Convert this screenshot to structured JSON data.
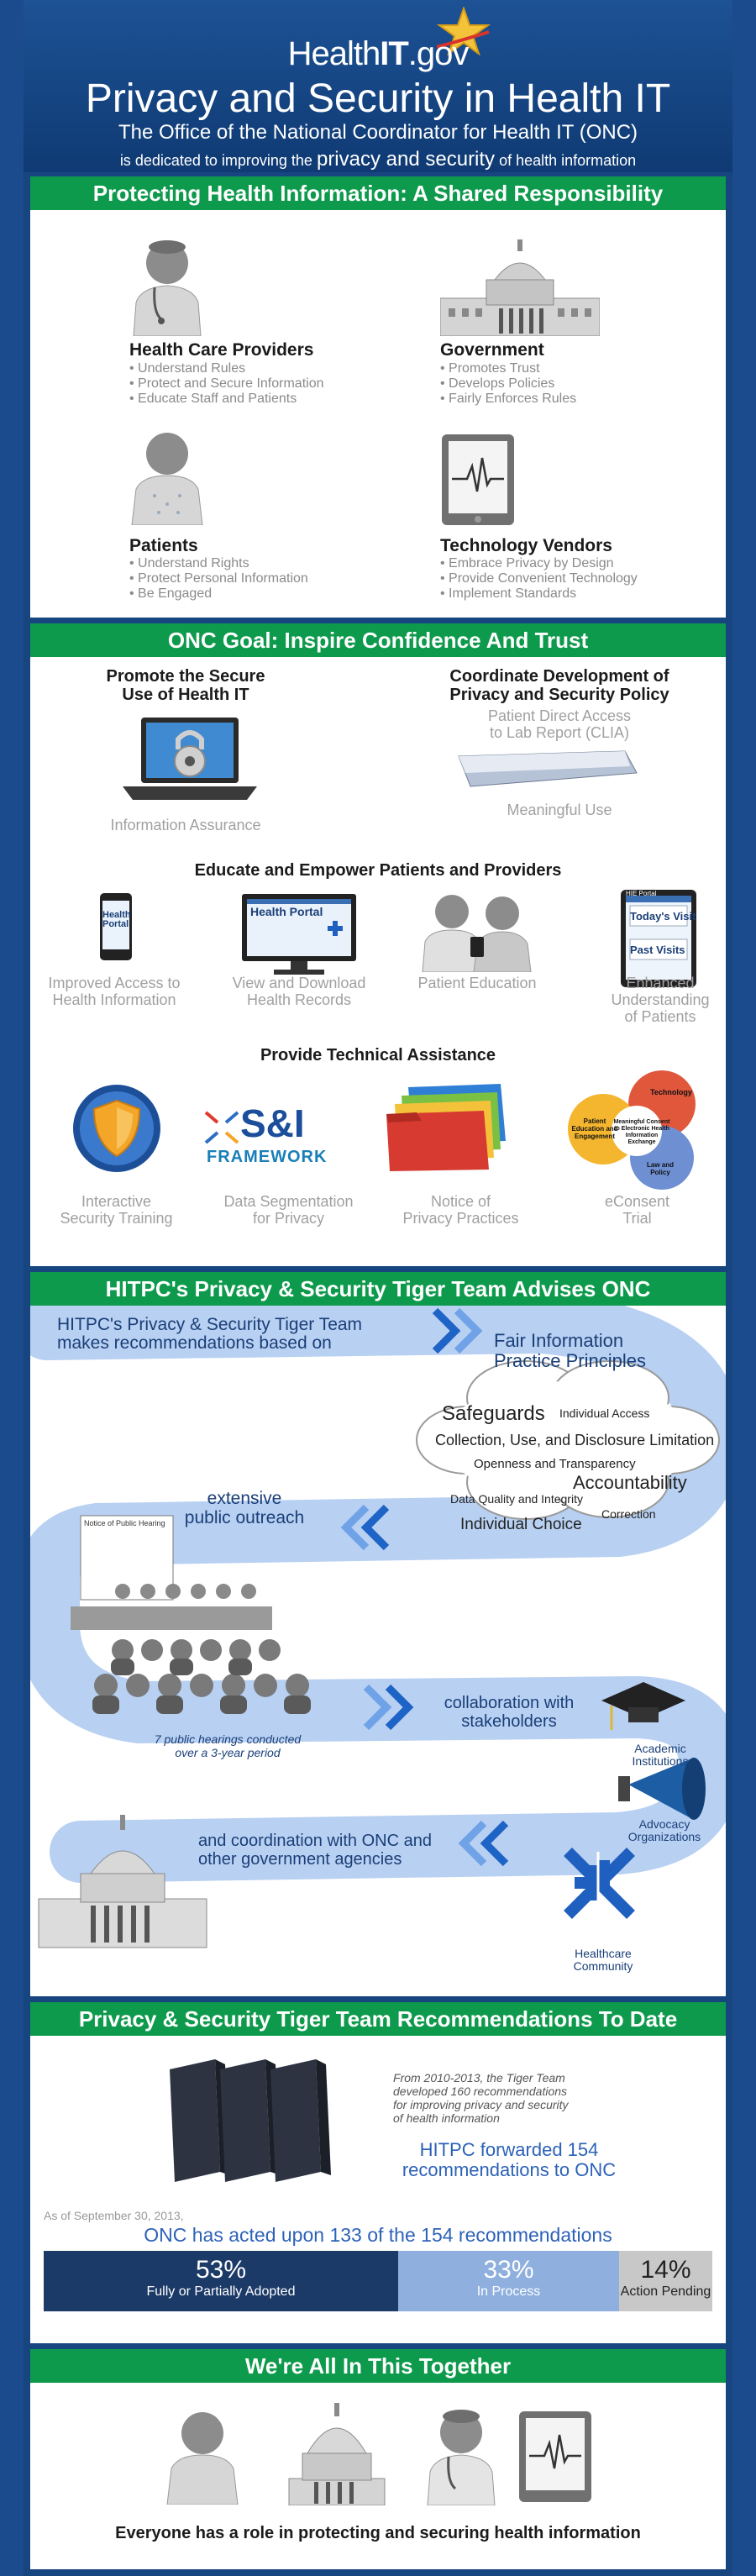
{
  "header": {
    "logo_prefix": "Health",
    "logo_bold": "IT",
    "logo_suffix": ".gov",
    "title": "Privacy and Security in Health IT",
    "subtitle": "The Office of the National Coordinator for Health IT (ONC)",
    "tagline_pre": "is dedicated to improving the",
    "tagline_emph": "privacy and security",
    "tagline_post": "of health information"
  },
  "section1": {
    "banner": "Protecting Health Information: A Shared Responsibility",
    "roles": [
      {
        "title": "Health Care Providers",
        "items": [
          "Understand Rules",
          "Protect and Secure Information",
          "Educate Staff and Patients"
        ]
      },
      {
        "title": "Government",
        "items": [
          "Promotes Trust",
          "Develops Policies",
          "Fairly Enforces Rules"
        ]
      },
      {
        "title": "Patients",
        "items": [
          "Understand Rights",
          "Protect Personal Information",
          "Be Engaged"
        ]
      },
      {
        "title": "Technology Vendors",
        "items": [
          "Embrace Privacy by Design",
          "Provide Convenient Technology",
          "Implement Standards"
        ]
      }
    ]
  },
  "section2": {
    "banner": "ONC Goal: Inspire Confidence And Trust",
    "promote_title_1": "Promote the Secure",
    "promote_title_2": "Use of Health IT",
    "promote_caption": "Information Assurance",
    "coordinate_title_1": "Coordinate Development of",
    "coordinate_title_2": "Privacy and Security Policy",
    "clia_1": "Patient Direct Access",
    "clia_2": "to Lab Report (CLIA)",
    "meaningful_use": "Meaningful Use",
    "educate_title": "Educate and Empower Patients and Providers",
    "phone_text_1": "Health",
    "phone_text_2": "Portal",
    "monitor_text": "Health Portal",
    "tablet_header": "HIE Portal",
    "tablet_text_1": "Today's Visit",
    "tablet_text_2": "Past Visits",
    "educate_items": [
      {
        "l1": "Improved Access to",
        "l2": "Health Information",
        "l3": ""
      },
      {
        "l1": "View and Download",
        "l2": "Health Records",
        "l3": ""
      },
      {
        "l1": "Patient Education",
        "l2": "",
        "l3": ""
      },
      {
        "l1": "Enhanced",
        "l2": "Understanding",
        "l3": "of Patients"
      }
    ],
    "tech_title": "Provide Technical Assistance",
    "si_text": "S&I",
    "framework_text": "FRAMEWORK",
    "venn": {
      "top": "Technology",
      "left_1": "Patient",
      "left_2": "Education and",
      "left_3": "Engagement",
      "center_1": "Meaningful Consent",
      "center_2": "to Electronic Health",
      "center_3": "Information Exchange",
      "bottom_1": "Law and",
      "bottom_2": "Policy"
    },
    "tech_items": [
      {
        "l1": "Interactive",
        "l2": "Security Training"
      },
      {
        "l1": "Data Segmentation",
        "l2": "for Privacy"
      },
      {
        "l1": "Notice of",
        "l2": "Privacy Practices"
      },
      {
        "l1": "eConsent",
        "l2": "Trial"
      }
    ]
  },
  "section3": {
    "banner": "HITPC's Privacy & Security Tiger Team Advises ONC",
    "rec_1": "HITPC's Privacy & Security Tiger Team",
    "rec_2": "makes recommendations based on",
    "fipp_1": "Fair Information",
    "fipp_2": "Practice Principles",
    "cloud": [
      "Safeguards",
      "Individual Access",
      "Collection, Use, and Disclosure Limitation",
      "Openness and Transparency",
      "Accountability",
      "Data Quality and Integrity",
      "Correction",
      "Individual Choice"
    ],
    "outreach_1": "extensive",
    "outreach_2": "public outreach",
    "notice_title": "Notice of Public Hearing",
    "hearings_1": "7 public hearings conducted",
    "hearings_2": "over a 3-year period",
    "collab_1": "collaboration with",
    "collab_2": "stakeholders",
    "academic_1": "Academic",
    "academic_2": "Institutions",
    "advocacy_1": "Advocacy",
    "advocacy_2": "Organizations",
    "coord_1": "and coordination with ONC and",
    "coord_2": "other government agencies",
    "healthcare_1": "Healthcare",
    "healthcare_2": "Community"
  },
  "section4": {
    "banner": "Privacy & Security Tiger Team Recommendations To Date",
    "dev_1": "From 2010-2013, the Tiger Team",
    "dev_2": "developed 160 recommendations",
    "dev_3": "for improving privacy and security",
    "dev_4": "of health information",
    "fwd_1": "HITPC forwarded 154",
    "fwd_2": "recommendations to ONC",
    "as_of": "As of September 30, 2013,",
    "acted": "ONC has acted upon 133 of the 154 recommendations",
    "bars": [
      {
        "pct": "53%",
        "label": "Fully or Partially Adopted",
        "value": 53,
        "color": "#1c3a68"
      },
      {
        "pct": "33%",
        "label": "In Process",
        "value": 33,
        "color": "#8fb0de"
      },
      {
        "pct": "14%",
        "label": "Action Pending",
        "value": 14,
        "color": "#c8c8c8"
      }
    ]
  },
  "section5": {
    "banner": "We're All In This Together",
    "footer": "Everyone has a role in protecting and securing health information"
  }
}
